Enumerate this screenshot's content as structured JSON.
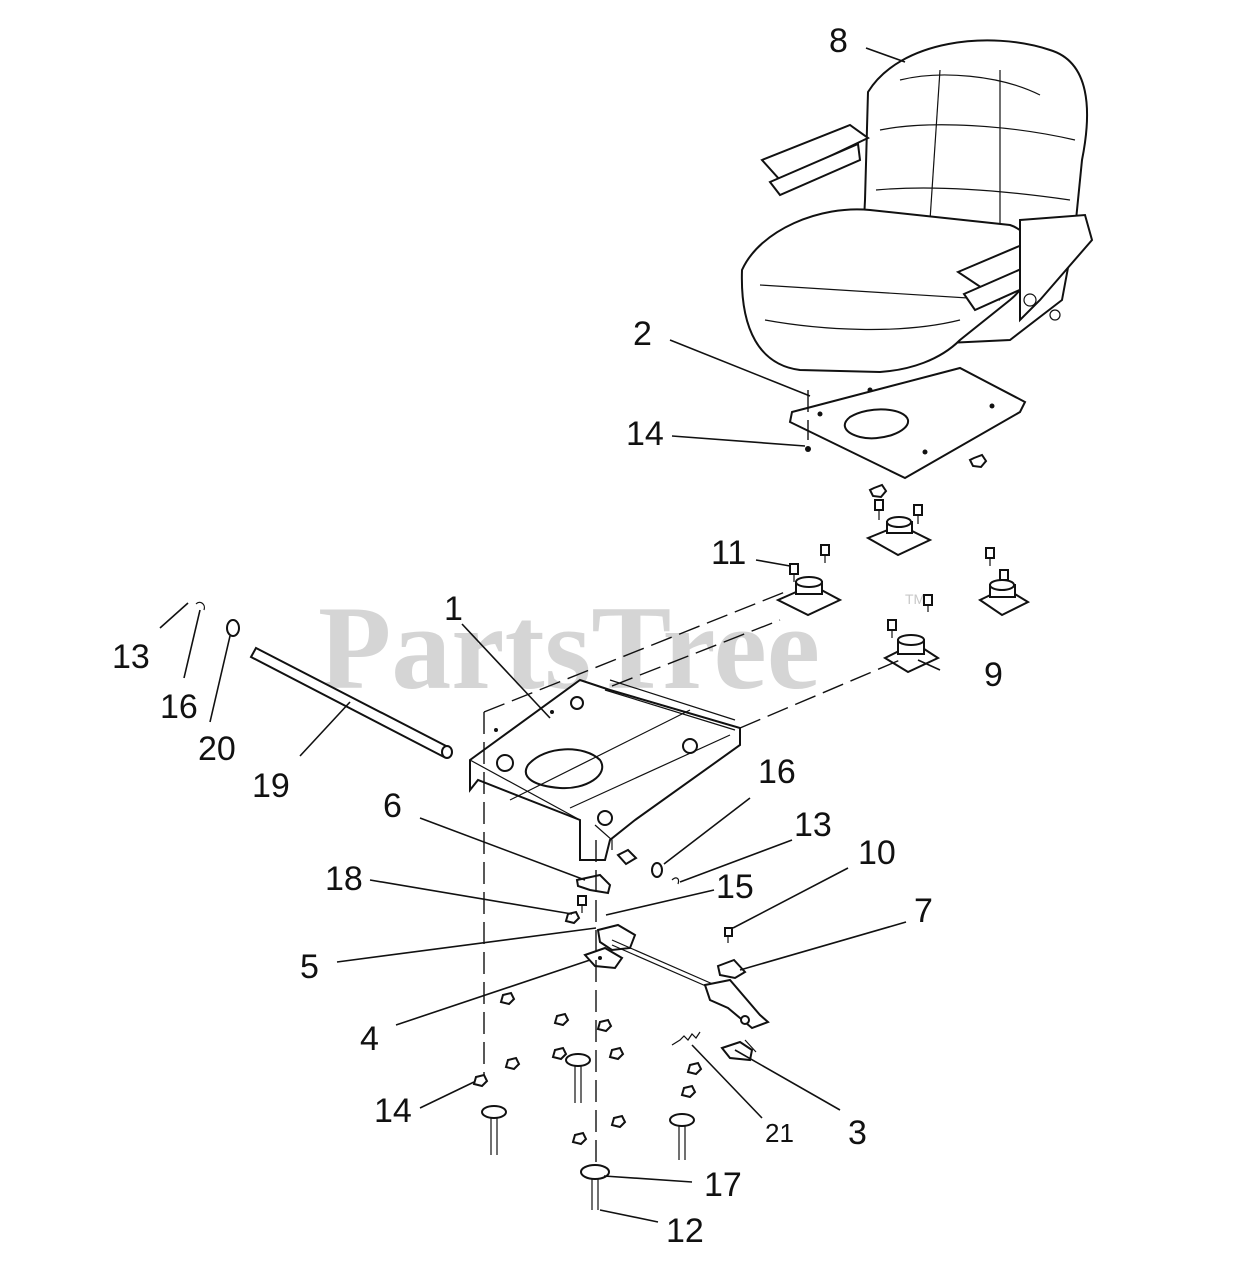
{
  "watermark": {
    "text": "PartsTree",
    "tm": "TM"
  },
  "callouts": {
    "c1": "1",
    "c2": "2",
    "c3": "3",
    "c4": "4",
    "c5": "5",
    "c6": "6",
    "c7": "7",
    "c8": "8",
    "c9": "9",
    "c10": "10",
    "c11": "11",
    "c12": "12",
    "c13a": "13",
    "c13b": "13",
    "c14a": "14",
    "c14b": "14",
    "c15": "15",
    "c16a": "16",
    "c16b": "16",
    "c17": "17",
    "c18": "18",
    "c19": "19",
    "c20": "20",
    "c21": "21"
  }
}
